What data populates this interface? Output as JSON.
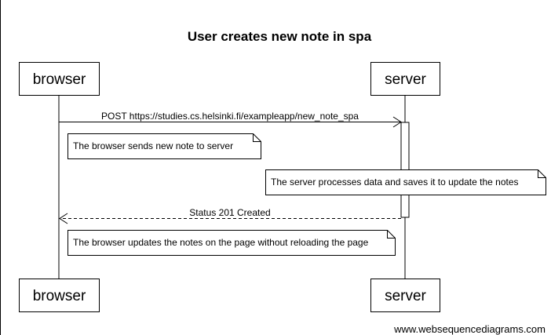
{
  "title": "User creates new note in spa",
  "participants": [
    {
      "id": "browser",
      "label": "browser"
    },
    {
      "id": "server",
      "label": "server"
    }
  ],
  "messages": [
    {
      "from": "browser",
      "to": "server",
      "label": "POST https://studies.cs.helsinki.fi/exampleapp/new_note_spa",
      "style": "solid"
    },
    {
      "from": "server",
      "to": "browser",
      "label": "Status 201 Created",
      "style": "dashed"
    }
  ],
  "notes": [
    {
      "over": "browser",
      "label": "The browser sends new note to server"
    },
    {
      "over": "server",
      "label": "The server processes data and saves it to update the notes"
    },
    {
      "over": "browser",
      "label": "The browser updates the notes on the page without reloading the page"
    }
  ],
  "watermark": "www.websequencediagrams.com",
  "colors": {
    "line": "#000000",
    "fill": "#ffffff",
    "text": "#000000"
  }
}
